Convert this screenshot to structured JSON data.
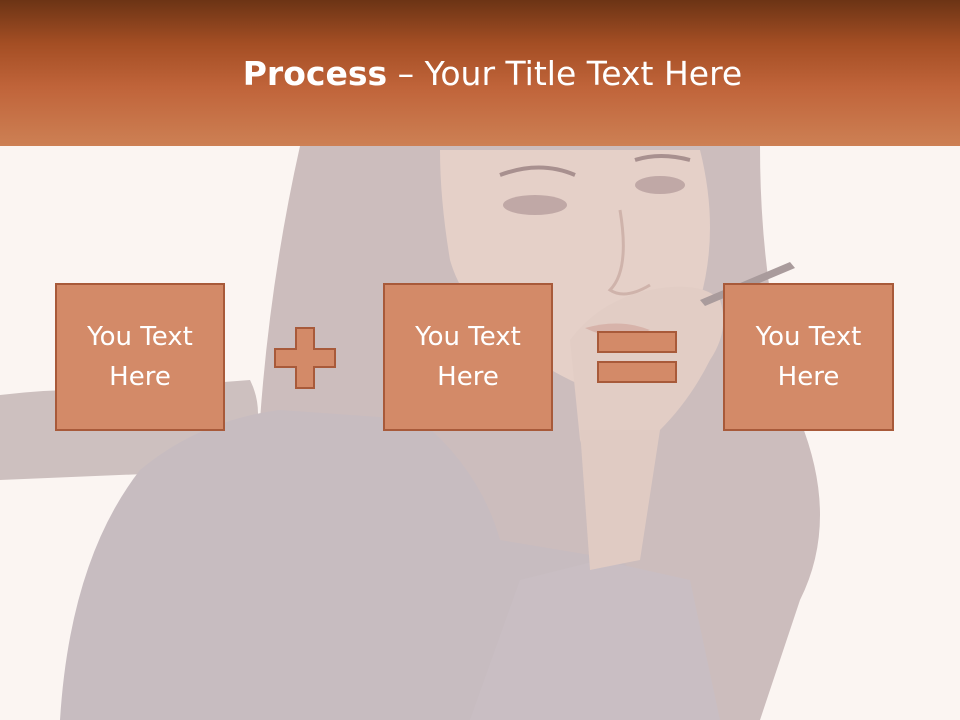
{
  "title": {
    "bold": "Process",
    "rest": " – Your Title Text Here"
  },
  "boxes": [
    {
      "text": "You Text Here"
    },
    {
      "text": "You Text Here"
    },
    {
      "text": "You Text Here"
    }
  ],
  "operators": {
    "first": "plus-icon",
    "second": "equals-icon"
  },
  "colors": {
    "header_dark": "#6c3415",
    "header_light": "#cd8054",
    "box_fill": "#d38a68",
    "box_border": "#a85a3a",
    "background": "#fbf5f2"
  }
}
